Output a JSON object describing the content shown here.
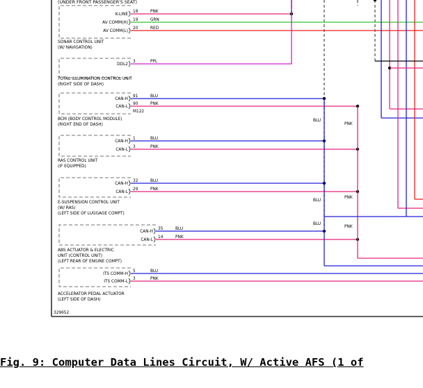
{
  "diagram": {
    "top_label": "(UNDER FRONT PASSENGER'S SEAT)",
    "figure_id": "329652",
    "wire_colors": {
      "PNK": "#e8207c",
      "GRN": "#2ec42e",
      "RED": "#ee1c1c",
      "BLU": "#1f1fd9",
      "PPL": "#d020d0"
    },
    "modules": [
      {
        "title": [
          "SONAR CONTROL UNIT",
          "(W/ NAVIGATION)"
        ],
        "pins": [
          {
            "label": "K-LINE",
            "num": "18",
            "color": "PNK"
          },
          {
            "label": "AV COMM(H)",
            "num": "19",
            "color": "GRN"
          },
          {
            "label": "AV COMM(L)",
            "num": "20",
            "color": "RED"
          }
        ]
      },
      {
        "title": [
          "TOTAL ILLUMINATION CONTROL UNIT",
          "(RIGHT SIDE OF DASH)"
        ],
        "pins": [
          {
            "label": "DDL2",
            "num": "3",
            "color": "PPL"
          }
        ]
      },
      {
        "title": [
          "BCM (BODY CONTROL MODULE)",
          "(RIGHT END OF DASH)"
        ],
        "connector": "M122",
        "pins": [
          {
            "label": "CAN-H",
            "num": "91",
            "color": "BLU"
          },
          {
            "label": "CAN-L",
            "num": "90",
            "color": "PNK"
          }
        ]
      },
      {
        "title": [
          "RAS CONTROL UNIT",
          "(IF EQUIPPED)"
        ],
        "pins": [
          {
            "label": "CAN-H",
            "num": "1",
            "color": "BLU"
          },
          {
            "label": "CAN-L",
            "num": "3",
            "color": "PNK"
          }
        ]
      },
      {
        "title": [
          "E-SUSPENSION CONTROL UNIT",
          "(W/ RAS)",
          "(LEFT SIDE OF LUGGAGE COMPT)"
        ],
        "pins": [
          {
            "label": "CAN-H",
            "num": "32",
            "color": "BLU"
          },
          {
            "label": "CAN-L",
            "num": "29",
            "color": "PNK"
          }
        ]
      },
      {
        "title": [
          "ABS ACTUATOR & ELECTRIC",
          "UNIT (CONTROL UNIT)",
          "(LEFT REAR OF ENGINE COMPT)"
        ],
        "pins": [
          {
            "label": "CAN-H",
            "num": "35",
            "color": "BLU"
          },
          {
            "label": "CAN-L",
            "num": "14",
            "color": "PNK"
          }
        ]
      },
      {
        "title": [
          "ACCELERATOR PEDAL ACTUATOR",
          "(LEFT SIDE OF DASH)"
        ],
        "pins": [
          {
            "label": "ITS COMM-H",
            "num": "5",
            "color": "BLU"
          },
          {
            "label": "ITS COMM-L",
            "num": "3",
            "color": "PNK"
          }
        ]
      }
    ],
    "bus_labels": [
      "BLU",
      "PNK",
      "BLU",
      "PNK",
      "BLU",
      "PNK"
    ]
  },
  "caption": "Fig. 9: Computer Data Lines Circuit, W/ Active AFS (1 of"
}
